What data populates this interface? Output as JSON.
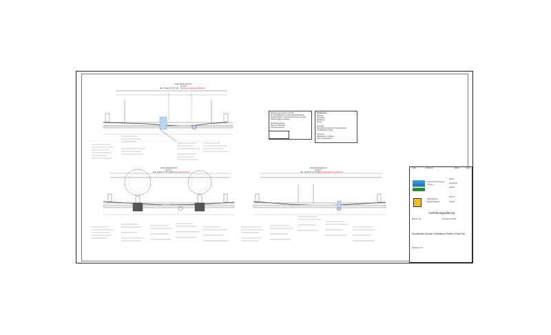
{
  "sections": {
    "s1": {
      "title": "Detail Straße Bad Orb",
      "sub": "Schnitt 1",
      "scale": "Bsp. Straße M 1:50 (mit)",
      "note": "Befestigungssanierung Bestand"
    },
    "s2": {
      "title": "Detail Straße Bad Orb",
      "sub": "Schnitt 2",
      "scale": "Bsp. Straße M 1:50 (mit)",
      "note": "Befestigungssanierung"
    },
    "s3": {
      "title": "Detail Straße Bad Orb",
      "sub": "Schnitt 3",
      "scale": "Bsp. Straße M 1:50 (mit)",
      "note": "Befestigungssanierung Bestand"
    }
  },
  "legend_box": {
    "lines": [
      "Befestigungssanierung Straße",
      "bei Asphaltbefahrung siehe Detail Abbildung",
      "Straßenaufbau mit Querschnitt siehe Legende",
      "Pflasterbeläge Gehwege",
      "",
      "Bordsteine Einbau",
      "Rinnen im Bestand",
      "Fahrbahn Asphalt"
    ]
  },
  "notes_box": {
    "title": "Allgemeines",
    "lines": [
      "Bestand",
      "Anschluss",
      "Bordsteine",
      "Rinnen",
      "",
      "Leitungen",
      "Bestandsleitungen nicht berücksichtigt",
      "vor Baubeginn prüfen",
      "",
      "Hinweise",
      "Maßangaben in Metern",
      "siehe Leitungspläne"
    ]
  },
  "title_block": {
    "rev_header": [
      "Index",
      "Änderung",
      "Datum",
      "Name"
    ],
    "client_label": "Stadt Bad Orb",
    "client_sub": "Stadtverwaltung",
    "planner": "Ingenieurbüro Planung",
    "planner_sub": "Hessen",
    "phase": "Ausführungsplanung",
    "project": "Grundhafter Ausbau Gelnhäuser Straße in Bad Orb",
    "drawing": "Regelquerschnitte",
    "sheet_no": "Blatt-Nr.: 04",
    "scale": "Maßstab 1:50",
    "date_label": "Datum",
    "drawn_label": "gezeichnet",
    "checked_label": "geprüft",
    "plan_label": "Plan-Nr.",
    "format_label": "Format"
  }
}
